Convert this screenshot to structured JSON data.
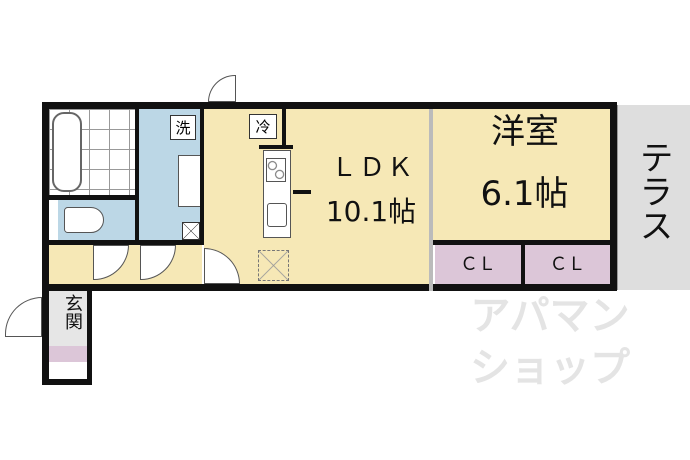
{
  "rooms": {
    "ldk": {
      "name": "ＬＤＫ",
      "size": "10.1帖"
    },
    "western": {
      "name": "洋室",
      "size": "6.1帖"
    },
    "closet1": "ＣＬ",
    "closet2": "ＣＬ",
    "terrace": "テラス",
    "entrance": "玄関",
    "washer": "洗",
    "fridge": "冷"
  },
  "watermark": "アパマンショップ",
  "colors": {
    "living": "#f6e8b6",
    "wet": "#bcd7e6",
    "closet": "#dcc6d8",
    "terrace": "#dedede"
  }
}
